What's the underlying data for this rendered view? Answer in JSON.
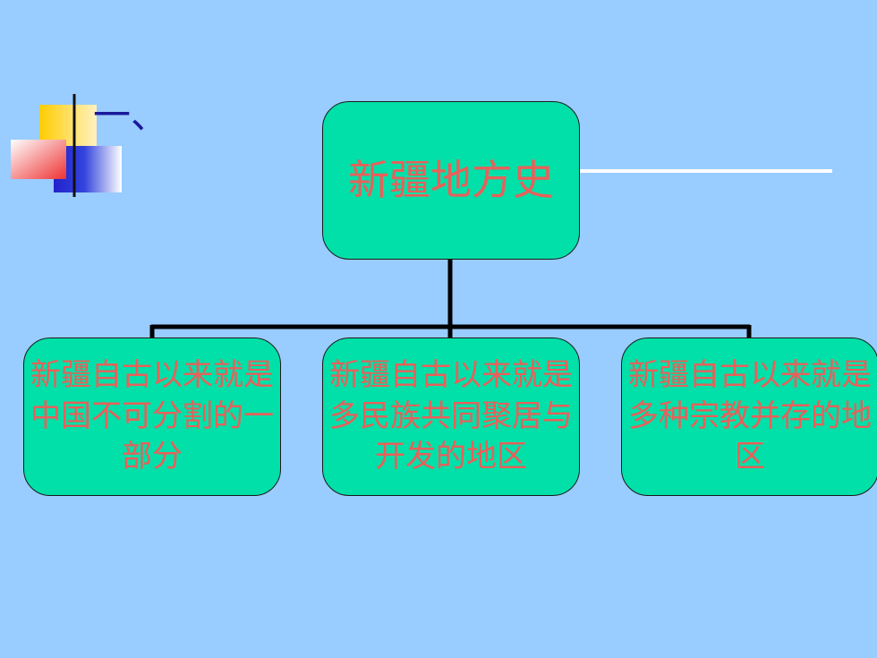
{
  "slide": {
    "heading": "一、"
  },
  "diagram": {
    "root": {
      "label": "新疆地方史"
    },
    "children": [
      {
        "label": "新疆自古以来就是中国不可分割的一部分"
      },
      {
        "label": "新疆自古以来就是多民族共同聚居与开发的地区"
      },
      {
        "label": "新疆自古以来就是多种宗教并存的地区"
      }
    ]
  },
  "colors": {
    "background": "#99ccff",
    "node_fill": "#00e0a8",
    "node_text": "#e8605a",
    "connector": "#000000",
    "heading_text": "#1a1a9a"
  }
}
